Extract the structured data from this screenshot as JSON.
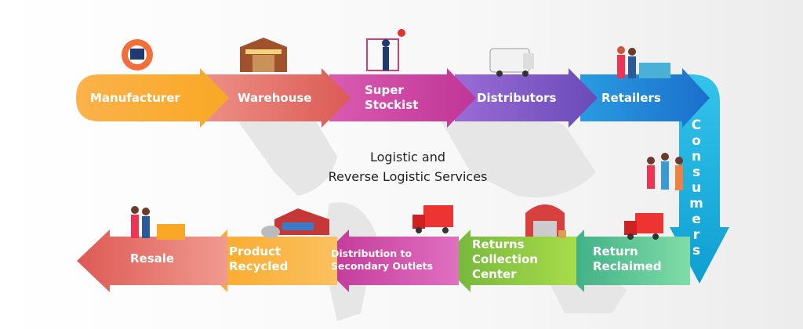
{
  "title_line1": "Logistic and",
  "title_line2": "Reverse Logistic Services",
  "forward_flow": [
    {
      "label": "Manufacturer",
      "color": "#f9a825"
    },
    {
      "label": "Warehouse",
      "color": "#e0605a"
    },
    {
      "label_line1": "Super",
      "label_line2": "Stockist",
      "color": "#c6399a"
    },
    {
      "label": "Distributors",
      "color": "#7c55c4"
    },
    {
      "label": "Retailers",
      "color": "#1e88d8"
    }
  ],
  "consumers": {
    "letters": [
      "C",
      "o",
      "n",
      "s",
      "u",
      "m",
      "e",
      "r",
      "s"
    ],
    "color": "#22a8dc"
  },
  "reverse_flow": [
    {
      "label_line1": "Return",
      "label_line2": "Reclaimed",
      "color": "#3fb58a"
    },
    {
      "label_line1": "Returns",
      "label_line2": "Collection",
      "label_line3": "Center",
      "color": "#8cc63f"
    },
    {
      "label_line1": "Distribution to",
      "label_line2": "Secondary Outlets",
      "color": "#c6399a"
    },
    {
      "label_line1": "Product",
      "label_line2": "Recycled",
      "color": "#f9a825"
    },
    {
      "label": "Resale",
      "color": "#e0605a"
    }
  ]
}
